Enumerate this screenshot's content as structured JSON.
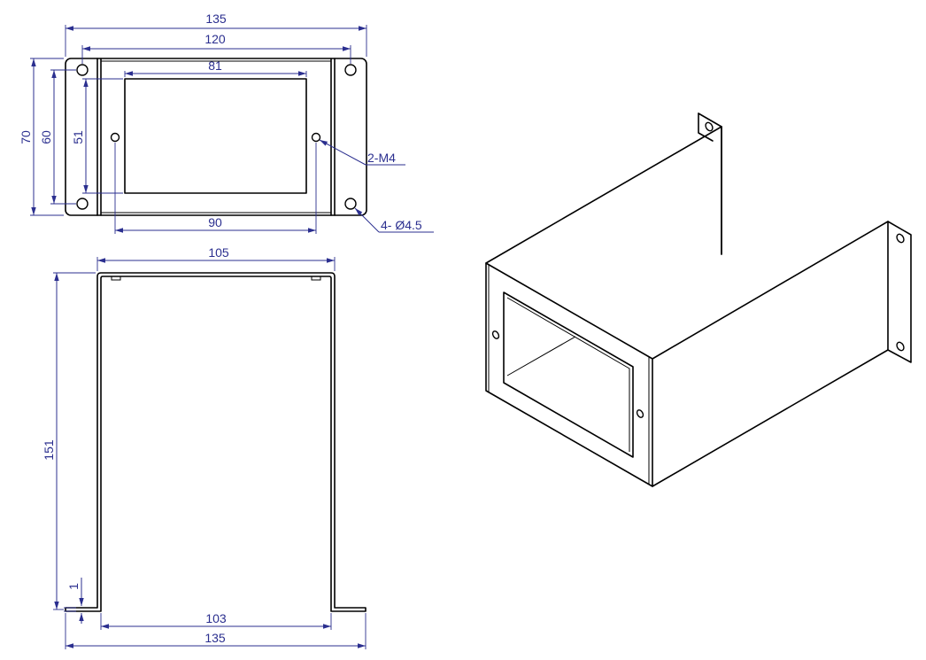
{
  "drawing": {
    "front_view": {
      "dim_overall_width": "135",
      "dim_hole_spacing_width": "120",
      "dim_window_width": "81",
      "dim_overall_height": "70",
      "dim_hole_spacing_height": "60",
      "dim_window_height": "51",
      "dim_thread_hole_spacing": "90",
      "callout_threaded_holes": "2-M4",
      "callout_mounting_holes": "4- Ø4.5"
    },
    "side_view": {
      "dim_top_width": "105",
      "dim_height": "151",
      "dim_thickness": "1",
      "dim_inner_width": "103",
      "dim_overall_width": "135"
    },
    "colors": {
      "dimension": "#2b2f8f",
      "outline": "#000000"
    }
  }
}
